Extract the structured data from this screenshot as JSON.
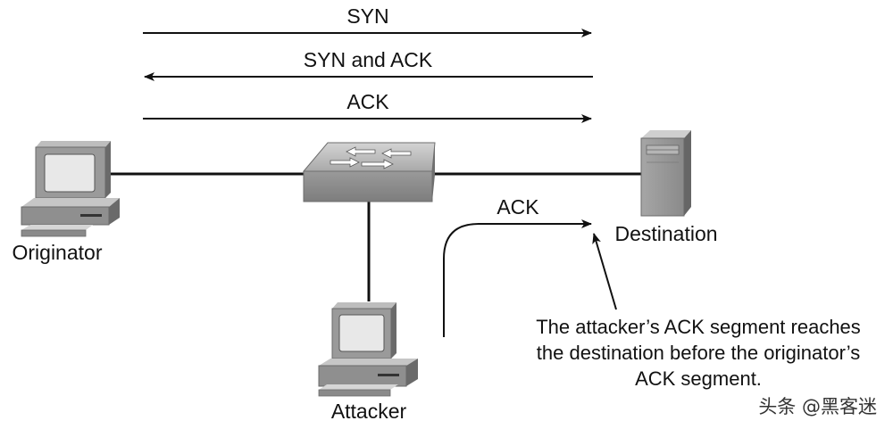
{
  "messages": {
    "syn": "SYN",
    "syn_ack": "SYN and ACK",
    "ack": "ACK",
    "attacker_ack": "ACK"
  },
  "nodes": {
    "originator": "Originator",
    "destination": "Destination",
    "attacker": "Attacker"
  },
  "annotation": {
    "line1": "The attacker’s ACK segment reaches",
    "line2": "the destination before the originator’s",
    "line3": "ACK segment."
  },
  "watermark": "头条 @黑客迷",
  "colors": {
    "line": "#111111",
    "device_gray": "#8f8f8f",
    "device_light": "#c8c8c8",
    "device_dark": "#5a5a5a",
    "screen": "#e6e6e6"
  }
}
